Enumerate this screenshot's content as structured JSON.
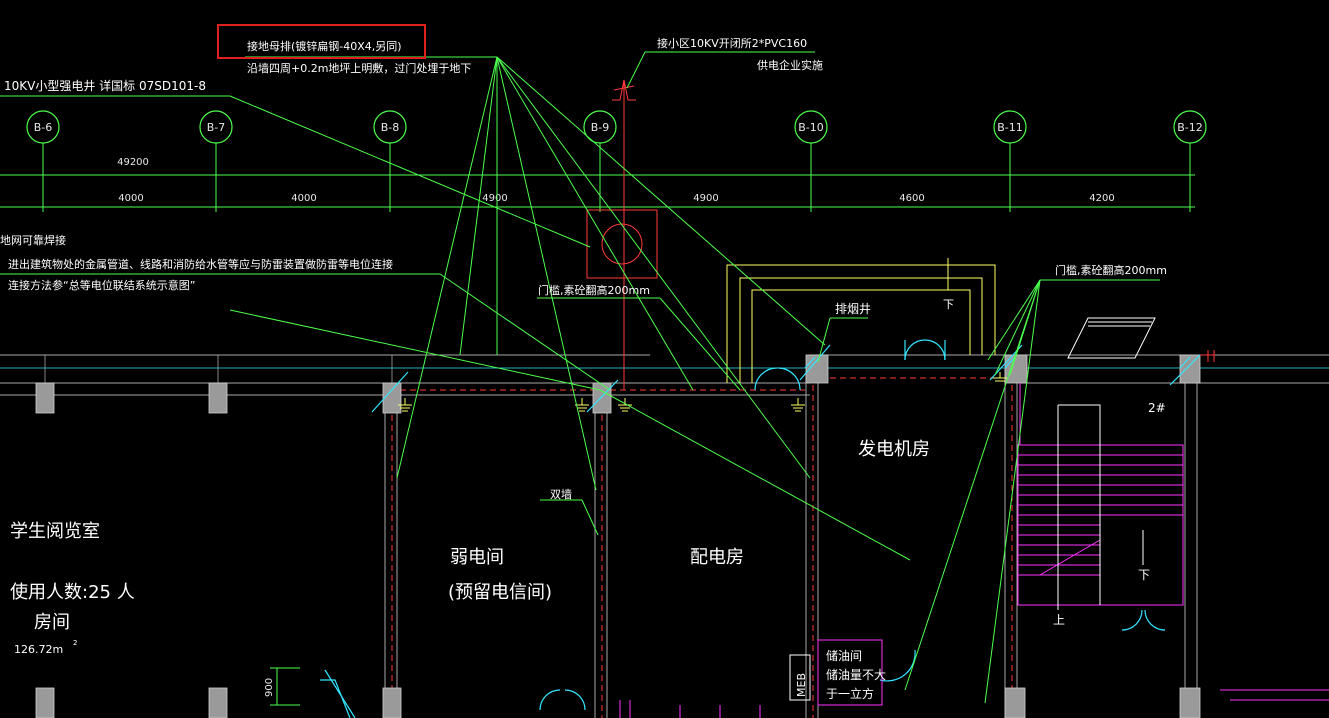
{
  "annotations": {
    "busbar": "接地母排(镀锌扁钢-40X4,另同)",
    "busbar_sub": "沿墙四周+0.2m地坪上明敷，过门处埋于地下",
    "hv_incoming": "接小区10KV开闭所2*PVC160",
    "hv_incoming_sub": "供电企业实施",
    "well": "10KV小型强电井 详国标 07SD101-8",
    "weld": "地网可靠焊接",
    "bonding": "进出建筑物处的金属管道、线路和消防给水管等应与防雷装置做防雷等电位连接",
    "bonding_ref": "连接方法参“总等电位联结系统示意图”",
    "threshold_left": "门槛,素砼翻高200mm",
    "threshold_right": "门槛,素砼翻高200mm",
    "smoke_shaft": "排烟井",
    "double_wall": "双墙",
    "stair_no": "2#",
    "down_1": "下",
    "down_2": "下",
    "up_1": "上",
    "meb": "MEB",
    "dim_900": "900"
  },
  "axes": [
    "B-6",
    "B-7",
    "B-8",
    "B-9",
    "B-10",
    "B-11",
    "B-12"
  ],
  "dimensions": {
    "total": "49200",
    "spans": [
      "4000",
      "4000",
      "4900",
      "4900",
      "4600",
      "4200"
    ]
  },
  "rooms": {
    "reading_room": "学生阅览室",
    "occupancy": "使用人数:25 人",
    "room_label": "房间",
    "area": "126.72m",
    "area_sup": "2",
    "weak_room": "弱电间",
    "weak_room_sub": "(预留电信间)",
    "distribution_room": "配电房",
    "generator_room": "发电机房",
    "oil_room": "储油间",
    "oil_note_1": "储油量不大",
    "oil_note_2": "于一立方"
  },
  "colors": {
    "background": "#000000",
    "green": "#4cff4c",
    "red": "#ff3b3b",
    "magenta": "#ff33ff",
    "cyan": "#33e6ff",
    "yellow": "#ffff66",
    "grey": "#a8a8a8",
    "highlight_box": "#e0201c"
  }
}
